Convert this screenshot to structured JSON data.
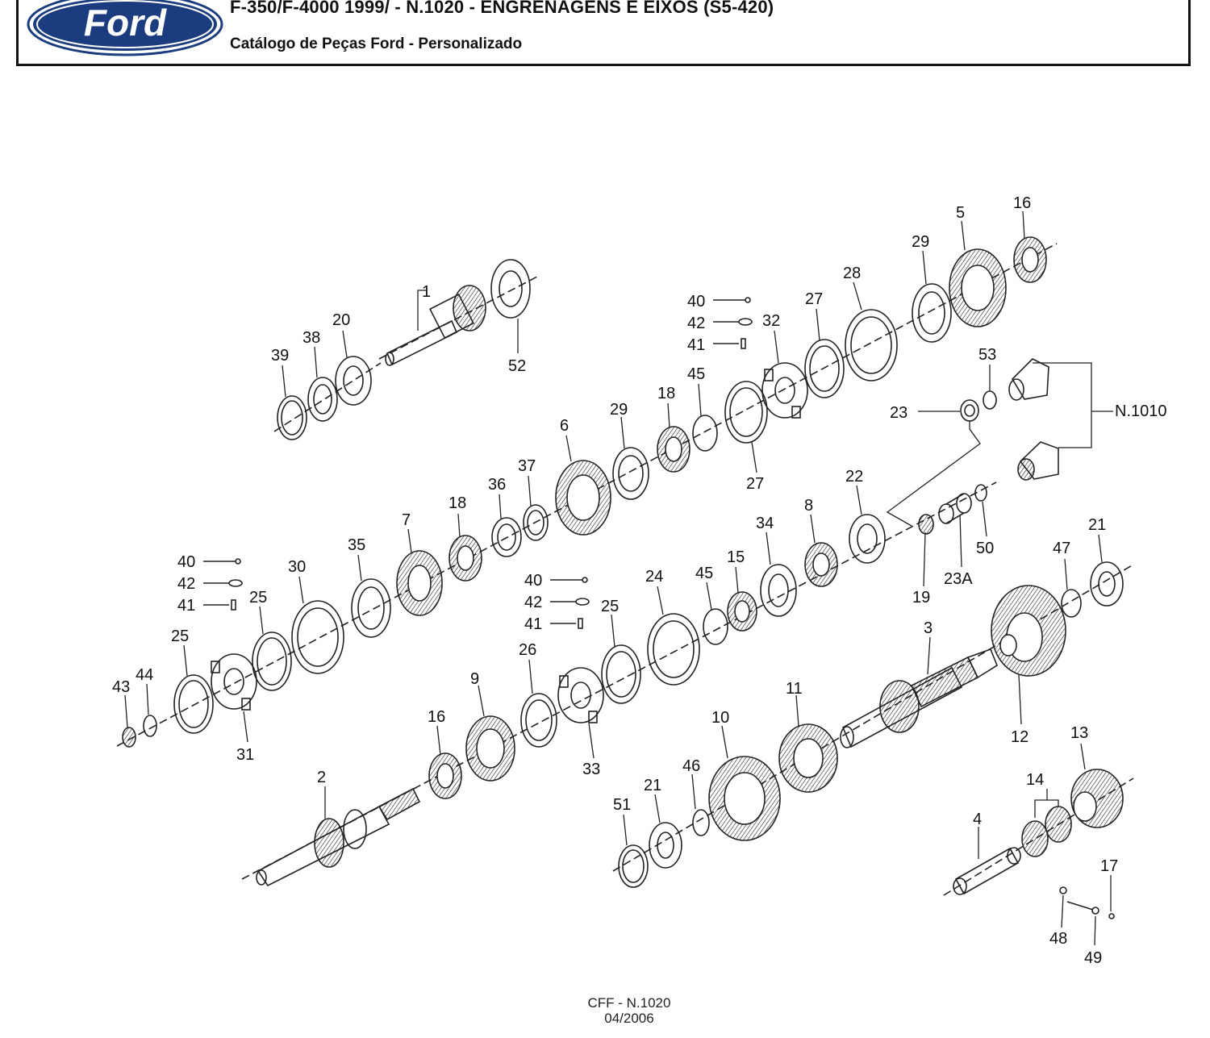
{
  "header": {
    "brand": "Ford",
    "title": "F-350/F-4000 1999/ - N.1020 - ENGRENAGENS E EIXOS (S5-420)",
    "subtitle": "Catálogo de Peças Ford - Personalizado"
  },
  "colors": {
    "brand_blue": "#1b3c7e",
    "line": "#222222"
  },
  "callouts": {
    "c1": "1",
    "c2": "2",
    "c3": "3",
    "c4": "4",
    "c5": "5",
    "c6": "6",
    "c7": "7",
    "c8": "8",
    "c9": "9",
    "c10": "10",
    "c11": "11",
    "c12": "12",
    "c13": "13",
    "c14": "14",
    "c15": "15",
    "c16": "16",
    "c17": "17",
    "c18": "18",
    "c19": "19",
    "c20": "20",
    "c21": "21",
    "c22": "22",
    "c23": "23",
    "c23a": "23A",
    "c24": "24",
    "c25": "25",
    "c26": "26",
    "c27": "27",
    "c28": "28",
    "c29": "29",
    "c30": "30",
    "c31": "31",
    "c32": "32",
    "c33": "33",
    "c34": "34",
    "c35": "35",
    "c36": "36",
    "c37": "37",
    "c38": "38",
    "c39": "39",
    "c40": "40",
    "c41": "41",
    "c42": "42",
    "c43": "43",
    "c44": "44",
    "c45": "45",
    "c46": "46",
    "c47": "47",
    "c48": "48",
    "c49": "49",
    "c50": "50",
    "c51": "51",
    "c52": "52",
    "c53": "53",
    "ref": "N.1010"
  },
  "footer": {
    "code": "CFF - N.1020",
    "date": "04/2006"
  }
}
